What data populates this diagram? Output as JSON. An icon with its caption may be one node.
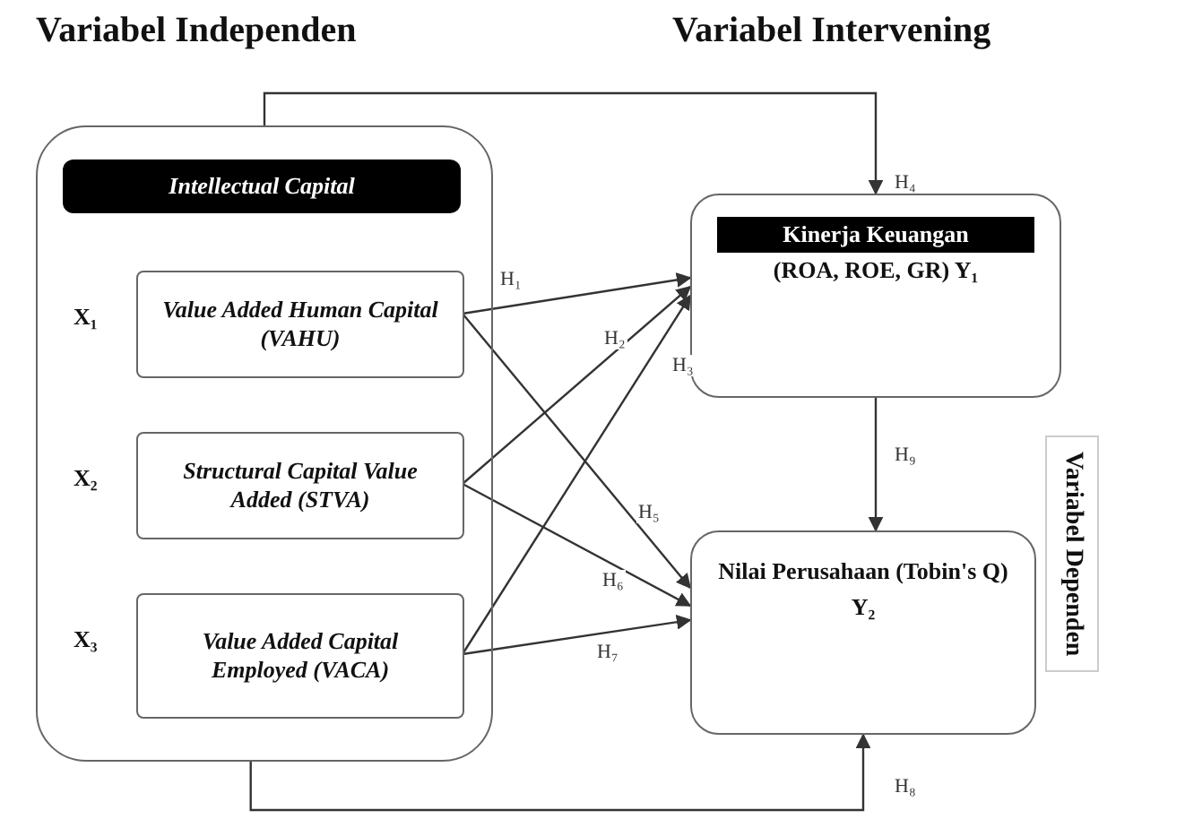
{
  "diagram": {
    "nodes": [
      {
        "text": [
          "Intellectual Capital"
        ]
      },
      {
        "text": [
          "Value Added Human Capital (VAHU)"
        ],
        "in": 0,
        "beside": [
          "X₁"
        ]
      },
      {
        "text": [
          "Structural Capital Value Added (STVA)"
        ],
        "in": 0,
        "beside": [
          "X₂"
        ]
      },
      {
        "text": [
          "Value Added Capital Employed (VACA)"
        ],
        "in": 0,
        "beside": [
          "X₃"
        ]
      },
      {
        "text": [
          "Kinerja Keuangan",
          "(ROA, ROE, GR) Y₁"
        ]
      },
      {
        "text": [
          "Nilai Perusahaan (Tobin's Q) Y₂"
        ]
      }
    ],
    "edges": [
      {
        "from": 1,
        "to": 4,
        "arrow": "to",
        "label": "H₁"
      },
      {
        "from": 2,
        "to": 4,
        "arrow": "to",
        "label": "H₂"
      },
      {
        "from": 3,
        "to": 4,
        "arrow": "to",
        "label": "H₃"
      },
      {
        "from": 0,
        "to": 4,
        "arrow": "to",
        "label": "H₄"
      },
      {
        "from": 1,
        "to": 5,
        "arrow": "to",
        "label": "H₅"
      },
      {
        "from": 2,
        "to": 5,
        "arrow": "to",
        "label": "H₆"
      },
      {
        "from": 3,
        "to": 5,
        "arrow": "to",
        "label": "H₇"
      },
      {
        "from": 0,
        "to": 5,
        "arrow": "to",
        "label": "H₈"
      },
      {
        "from": 4,
        "to": 5,
        "arrow": "to",
        "label": "H₉"
      }
    ],
    "labels": [
      "Variabel Independen",
      "Variabel Intervening",
      "Variabel Dependen"
    ]
  }
}
